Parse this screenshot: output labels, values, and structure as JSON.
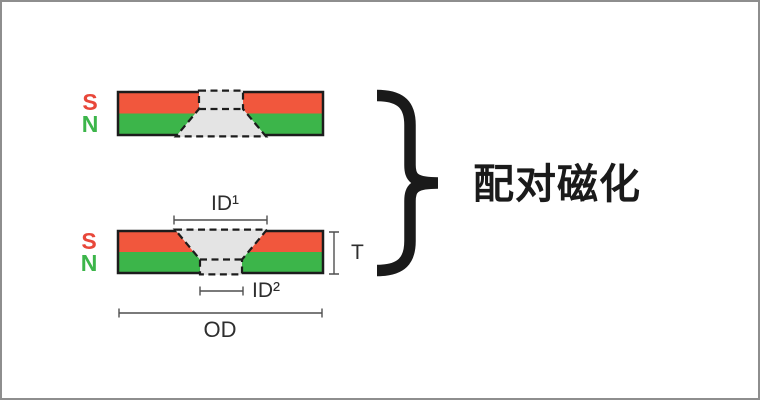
{
  "canvas": {
    "background": "#ffffff",
    "border_color": "#8e8e8e"
  },
  "colors": {
    "pole_s_red": "#f1573d",
    "pole_n_green": "#3cb54a",
    "hole_fill": "#e4e4e4",
    "outline_black": "#1c1c1c",
    "dimension_line": "#4f4f4f",
    "label_text": "#2e2e2e"
  },
  "magnet_top": {
    "pole_top_label": "S",
    "pole_bottom_label": "N"
  },
  "magnet_bottom": {
    "pole_top_label": "S",
    "pole_bottom_label": "N"
  },
  "dimensions": {
    "inner_diameter_top": "ID¹",
    "inner_diameter_bottom": "ID²",
    "thickness": "T",
    "outer_diameter": "OD"
  },
  "caption": {
    "text": "配对磁化"
  }
}
